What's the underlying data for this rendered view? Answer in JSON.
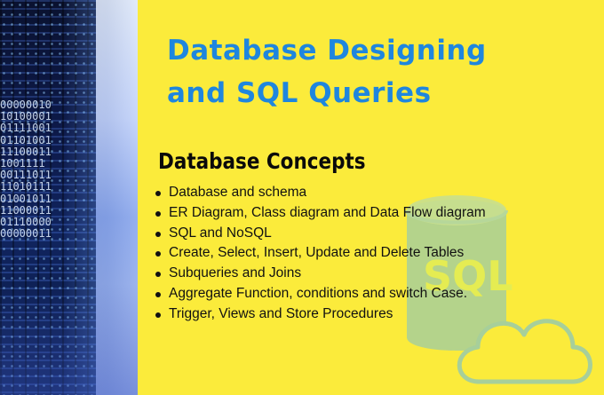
{
  "title": {
    "line1": "Database Designing",
    "line2": "and SQL Queries"
  },
  "section": {
    "heading": "Database Concepts",
    "items": [
      "Database and schema",
      "ER Diagram, Class diagram and Data Flow diagram",
      "SQL and NoSQL",
      "Create, Select, Insert, Update and Delete Tables",
      "Subqueries and Joins",
      "Aggregate Function, conditions and switch Case.",
      "Trigger, Views and Store Procedures"
    ]
  },
  "watermark": {
    "text": "SQL",
    "icon": "database-cloud-icon"
  },
  "photo": {
    "binary_rows": [
      "00000010",
      "10100001",
      "01111001",
      "01101001",
      "11100011",
      "1001111",
      "00111011",
      "11010111",
      "01001011",
      "11000011",
      "01110000",
      "00000011"
    ]
  },
  "colors": {
    "background": "#fbeb3b",
    "title": "#1f86de",
    "heading": "#0a0a0a",
    "body_text": "#111111",
    "watermark": "#a7cf9a"
  }
}
